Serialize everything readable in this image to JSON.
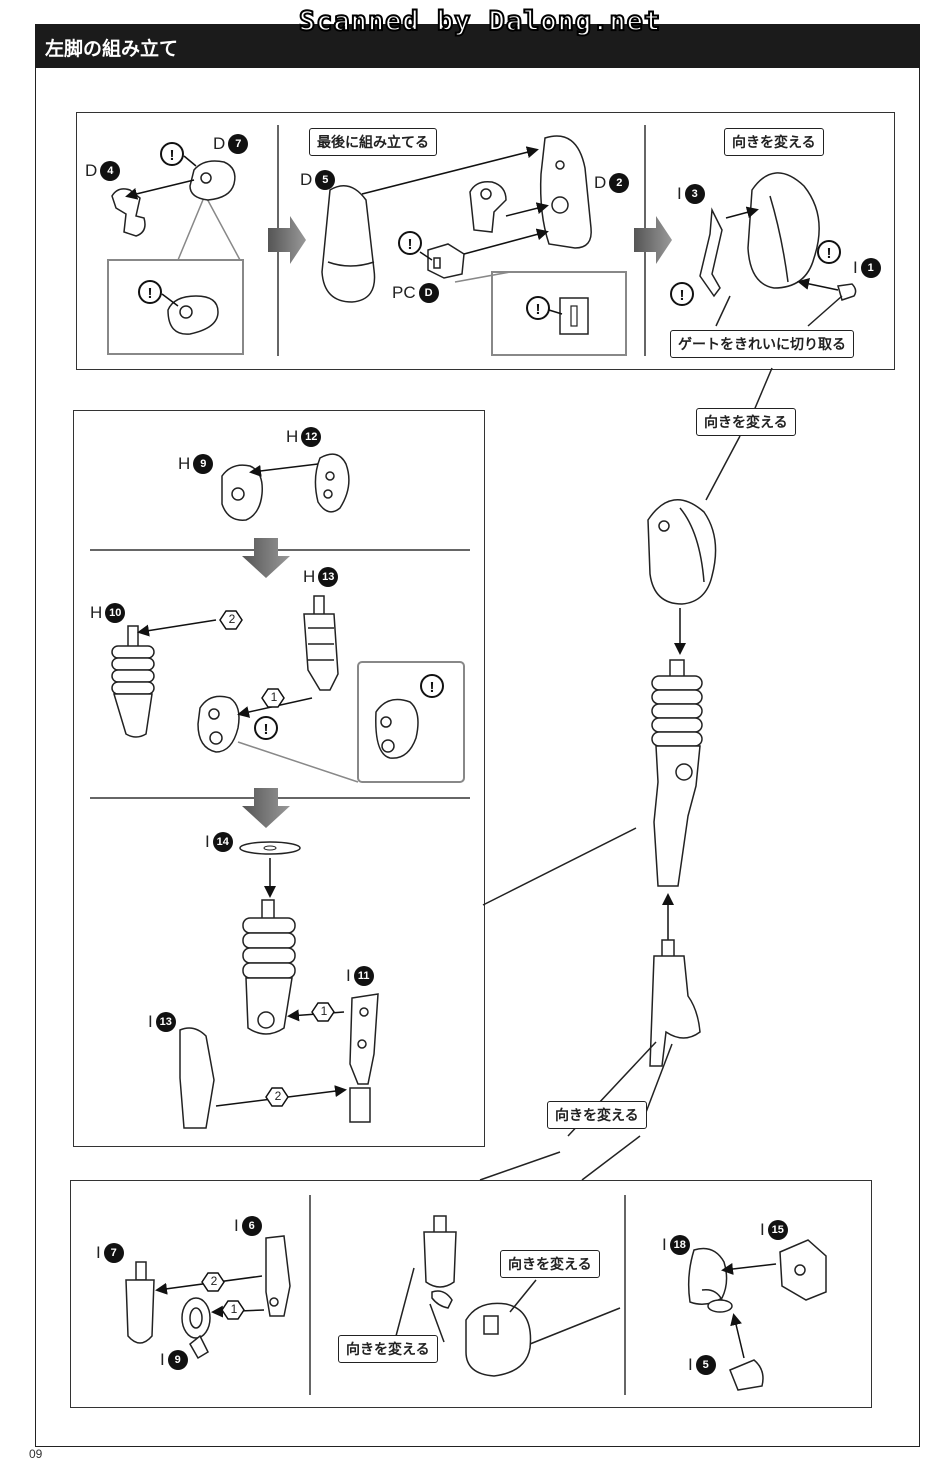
{
  "watermark": "Scanned by Dalong.net",
  "header": {
    "title": "左脚の組み立て"
  },
  "page_number": "09",
  "callouts": {
    "assemble_last": "最後に組み立てる",
    "change_direction": "向きを変える",
    "cut_gate_cleanly": "ゲートをきれいに切り取る"
  },
  "part_labels": {
    "d4": {
      "runner": "D",
      "num": "4"
    },
    "d7": {
      "runner": "D",
      "num": "7"
    },
    "d5": {
      "runner": "D",
      "num": "5"
    },
    "d2": {
      "runner": "D",
      "num": "2"
    },
    "pcd": {
      "runner": "PC",
      "num": "D"
    },
    "i3": {
      "runner": "I",
      "num": "3"
    },
    "i1": {
      "runner": "I",
      "num": "1"
    },
    "h12": {
      "runner": "H",
      "num": "12"
    },
    "h9": {
      "runner": "H",
      "num": "9"
    },
    "h13": {
      "runner": "H",
      "num": "13"
    },
    "h10": {
      "runner": "H",
      "num": "10"
    },
    "i14": {
      "runner": "I",
      "num": "14"
    },
    "i11": {
      "runner": "I",
      "num": "11"
    },
    "i13": {
      "runner": "I",
      "num": "13"
    },
    "i6": {
      "runner": "I",
      "num": "6"
    },
    "i7": {
      "runner": "I",
      "num": "7"
    },
    "i9": {
      "runner": "I",
      "num": "9"
    },
    "i15": {
      "runner": "I",
      "num": "15"
    },
    "i18": {
      "runner": "I",
      "num": "18"
    },
    "i5": {
      "runner": "I",
      "num": "5"
    }
  },
  "step_markers": {
    "one": "1",
    "two": "2"
  }
}
